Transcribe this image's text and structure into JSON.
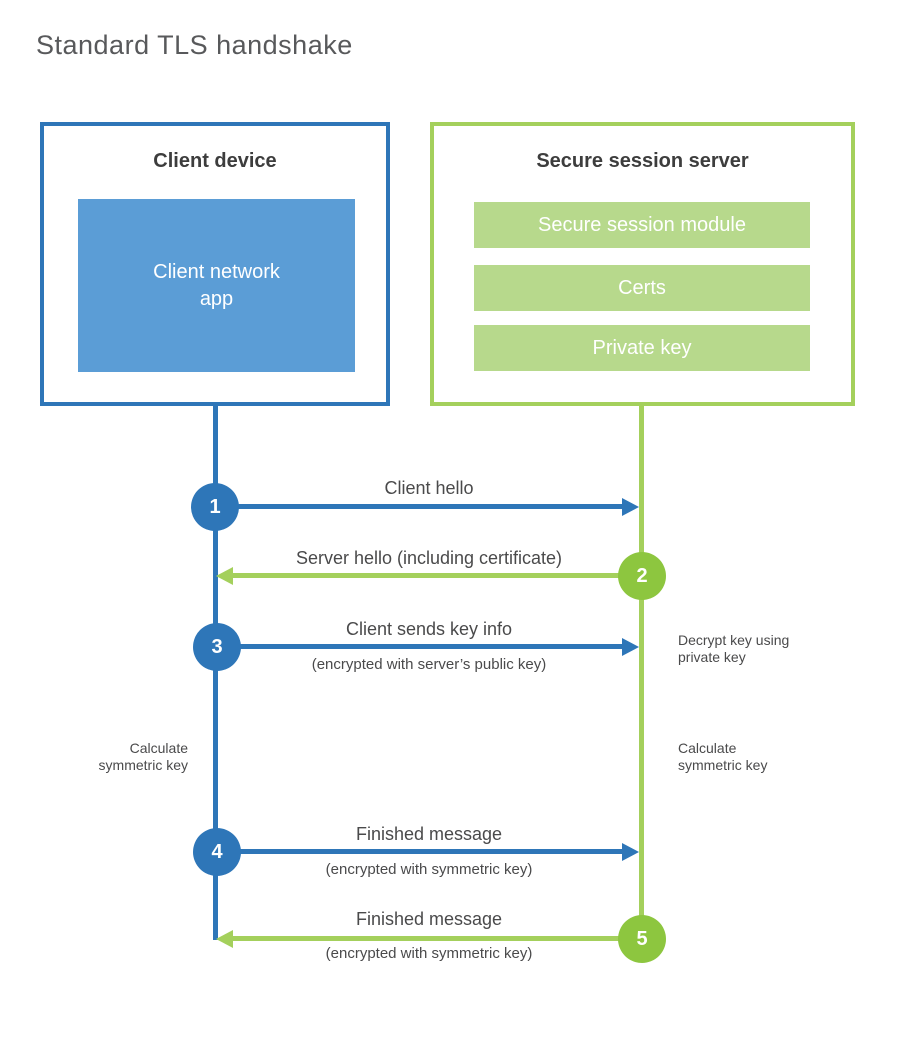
{
  "title": "Standard TLS handshake",
  "colors": {
    "blue": "#2e76b8",
    "blue_fill": "#5b9dd6",
    "green_line": "#a4d05c",
    "green_fill": "#b7d98c",
    "green_circle": "#8dc63f",
    "heading_text": "#3d3d3d",
    "label_text": "#4a4a4b"
  },
  "client_box": {
    "heading": "Client device",
    "app_label": "Client network\napp"
  },
  "server_box": {
    "heading": "Secure session server",
    "modules": [
      "Secure session module",
      "Certs",
      "Private key"
    ]
  },
  "steps": [
    {
      "num": "1",
      "label": "Client hello",
      "direction": "right",
      "color": "blue"
    },
    {
      "num": "2",
      "label": "Server hello (including certificate)",
      "direction": "left",
      "color": "green"
    },
    {
      "num": "3",
      "label": "Client sends key info",
      "sublabel": "(encrypted with server’s public key)",
      "direction": "right",
      "color": "blue"
    },
    {
      "num": "4",
      "label": "Finished message",
      "sublabel": "(encrypted with symmetric key)",
      "direction": "right",
      "color": "blue"
    },
    {
      "num": "5",
      "label": "Finished message",
      "sublabel": "(encrypted with symmetric key)",
      "direction": "left",
      "color": "green"
    }
  ],
  "side_notes": {
    "decrypt": "Decrypt key using\nprivate key",
    "calculate_left": "Calculate\nsymmetric key",
    "calculate_right": "Calculate\nsymmetric key"
  }
}
